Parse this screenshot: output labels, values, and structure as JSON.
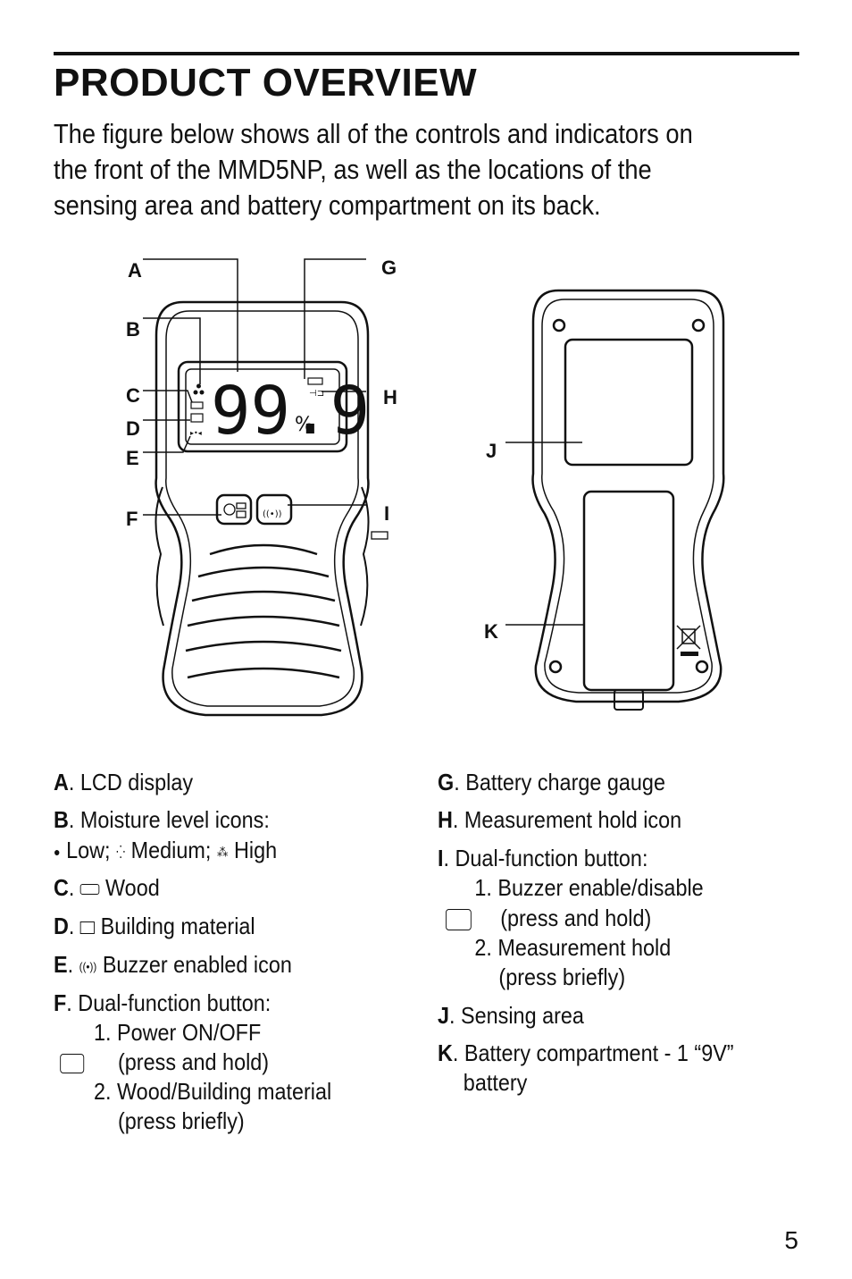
{
  "heading": {
    "title": "PRODUCT OVERVIEW"
  },
  "intro": {
    "lines": [
      "The figure below shows all of the controls and indicators on",
      "the front of the MMD5NP, as well as the locations of the",
      "sensing area and battery compartment on its back."
    ]
  },
  "figure": {
    "lcd_reading": "99.9",
    "lcd_unit": "%",
    "callouts": [
      "A",
      "B",
      "C",
      "D",
      "E",
      "F",
      "G",
      "H",
      "I",
      "J",
      "K"
    ]
  },
  "legend_left": {
    "a": {
      "letter": "A",
      "text": ". LCD display"
    },
    "b": {
      "letter": "B",
      "text": ". Moisture level icons:",
      "low": "Low;",
      "medium": "Medium;",
      "high": "High"
    },
    "c": {
      "letter": "C",
      "text": "Wood"
    },
    "d": {
      "letter": "D",
      "text": "Building material"
    },
    "e": {
      "letter": "E",
      "text": "Buzzer enabled icon"
    },
    "f": {
      "letter": "F",
      "text": ". Dual-function button:",
      "l1": "1. Power ON/OFF",
      "l2": "(press and hold)",
      "l3": "2. Wood/Building material",
      "l4": "(press briefly)"
    }
  },
  "legend_right": {
    "g": {
      "letter": "G",
      "text": ". Battery charge gauge"
    },
    "h": {
      "letter": "H",
      "text": ". Measurement hold icon"
    },
    "i": {
      "letter": "I",
      "text": ". Dual-function button:",
      "l1": "1. Buzzer enable/disable",
      "l2": "(press and hold)",
      "l3": "2. Measurement hold",
      "l4": "(press briefly)"
    },
    "j": {
      "letter": "J",
      "text": ".  Sensing area"
    },
    "k": {
      "letter": "K",
      "text": ". Battery compartment - 1 “9V”",
      "text2": "battery"
    }
  },
  "page_number": "5"
}
